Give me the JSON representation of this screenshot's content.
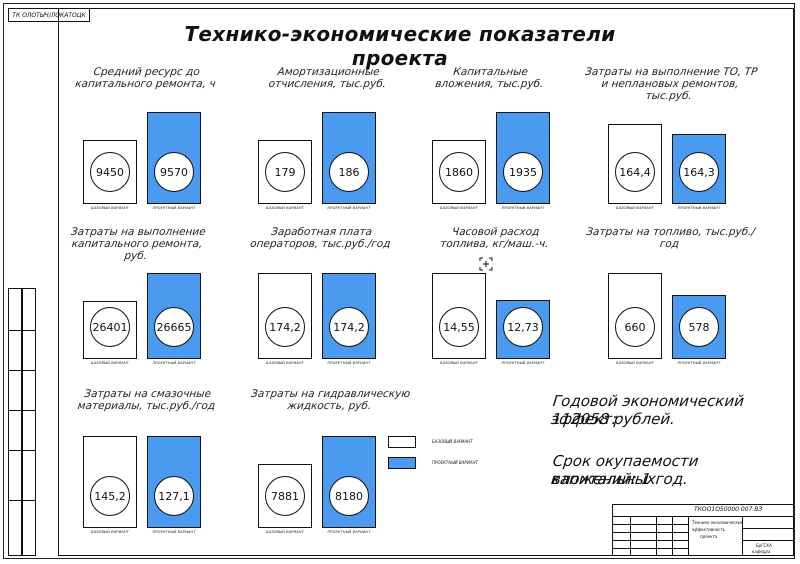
{
  "sheet": {
    "doc_code": "ТК ОЛОТЫЧ/ЛОКАТОЦК",
    "title": "Технико-экономические показатели проекта"
  },
  "charts": [
    {
      "label": "Средний ресурс до капитального ремонта, ч",
      "base": "9450",
      "proj": "9570",
      "base_caption": "БАЗОВЫЙ ВАРИАНТ",
      "proj_caption": "ПРОЕКТНЫЙ ВАРИАНТ"
    },
    {
      "label": "Амортизационные отчисления, тыс.руб.",
      "base": "179",
      "proj": "186",
      "base_caption": "БАЗОВЫЙ ВАРИАНТ",
      "proj_caption": "ПРОЕКТНЫЙ ВАРИАНТ"
    },
    {
      "label": "Капитальные вложения, тыс.руб.",
      "base": "1860",
      "proj": "1935",
      "base_caption": "БАЗОВЫЙ ВАРИАНТ",
      "proj_caption": "ПРОЕКТНЫЙ ВАРИАНТ"
    },
    {
      "label": "Затраты на выполнение ТО, ТР и неплановых ремонтов, тыс.руб.",
      "base": "164,4",
      "proj": "164,3",
      "base_caption": "БАЗОВЫЙ ВАРИАНТ",
      "proj_caption": "ПРОЕКТНЫЙ ВАРИАНТ"
    },
    {
      "label": "Затраты на выполнение капитального ремонта, руб.",
      "base": "26401",
      "proj": "26665",
      "base_caption": "БАЗОВЫЙ ВАРИАНТ",
      "proj_caption": "ПРОЕКТНЫЙ ВАРИАНТ"
    },
    {
      "label": "Заработная плата операторов, тыс.руб./год",
      "base": "174,2",
      "proj": "174,2",
      "base_caption": "БАЗОВЫЙ ВАРИАНТ",
      "proj_caption": "ПРОЕКТНЫЙ ВАРИАНТ"
    },
    {
      "label": "Часовой расход топлива, кг/маш.-ч.",
      "base": "14,55",
      "proj": "12,73",
      "base_caption": "БАЗОВЫЙ ВАРИАНТ",
      "proj_caption": "ПРОЕКТНЫЙ ВАРИАНТ"
    },
    {
      "label": "Затраты на топливо, тыс.руб./год",
      "base": "660",
      "proj": "578",
      "base_caption": "БАЗОВЫЙ ВАРИАНТ",
      "proj_caption": "ПРОЕКТНЫЙ ВАРИАНТ"
    },
    {
      "label": "Затраты на смазочные материалы, тыс.руб./год",
      "base": "145,2",
      "proj": "127,1",
      "base_caption": "БАЗОВЫЙ ВАРИАНТ",
      "proj_caption": "ПРОЕКТНЫЙ ВАРИАНТ"
    },
    {
      "label": "Затраты на гидравлическую жидкость, руб.",
      "base": "7881",
      "proj": "8180",
      "base_caption": "БАЗОВЫЙ ВАРИАНТ",
      "proj_caption": "ПРОЕКТНЫЙ ВАРИАНТ"
    }
  ],
  "legend": {
    "base": "БАЗОВЫЙ ВАРИАНТ",
    "proj": "ПРОЕКТНЫЙ ВАРИАНТ"
  },
  "summary": {
    "effect_line1": "Годовой экономический эффект:",
    "effect_line2": "112058 рублей.",
    "payback_line1": "Срок окупаемости капитальных",
    "payback_line2": "вложений: 1 год."
  },
  "stamp": {
    "code": "ТКОО1О50000 007 ВЗ",
    "name_line1": "Технико-экономические",
    "name_line2": "эффективность",
    "name_line3": "проекта",
    "org_line1": "БрГСХА",
    "org_line2": "кафедра"
  },
  "colors": {
    "project_fill": "#4a9bf0",
    "base_fill": "#ffffff"
  }
}
